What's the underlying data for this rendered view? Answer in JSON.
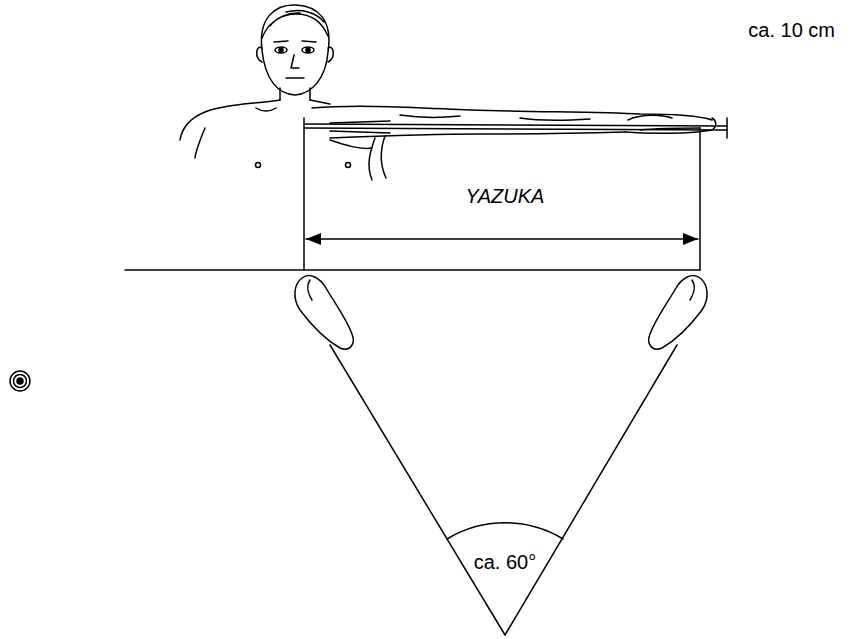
{
  "diagram": {
    "labels": [
      "ca. 10 cm",
      "YAZUKA",
      "ca. 60°"
    ]
  }
}
